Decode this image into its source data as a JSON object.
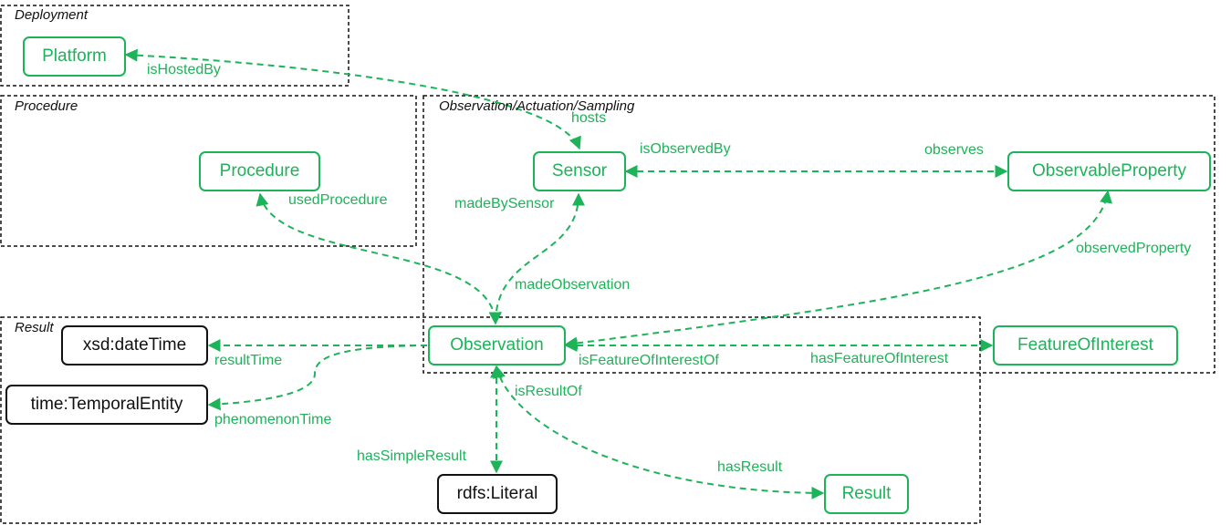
{
  "groups": {
    "deployment": "Deployment",
    "procedure": "Procedure",
    "observation": "Observation/Actuation/Sampling",
    "result": "Result"
  },
  "nodes": {
    "platform": "Platform",
    "procedure": "Procedure",
    "sensor": "Sensor",
    "observable_property": "ObservableProperty",
    "observation": "Observation",
    "feature_of_interest": "FeatureOfInterest",
    "xsd_datetime": "xsd:dateTime",
    "temporal_entity": "time:TemporalEntity",
    "rdfs_literal": "rdfs:Literal",
    "result": "Result"
  },
  "edges": {
    "is_hosted_by": "isHostedBy",
    "hosts": "hosts",
    "is_observed_by": "isObservedBy",
    "observes": "observes",
    "used_procedure": "usedProcedure",
    "made_by_sensor": "madeBySensor",
    "made_observation": "madeObservation",
    "observed_property": "observedProperty",
    "result_time": "resultTime",
    "phenomenon_time": "phenomenonTime",
    "is_feature_of_interest_of": "isFeatureOfInterestOf",
    "has_feature_of_interest": "hasFeatureOfInterest",
    "is_result_of": "isResultOf",
    "has_simple_result": "hasSimpleResult",
    "has_result": "hasResult"
  },
  "colors": {
    "accent": "#1db359",
    "box_border": "#111111"
  }
}
